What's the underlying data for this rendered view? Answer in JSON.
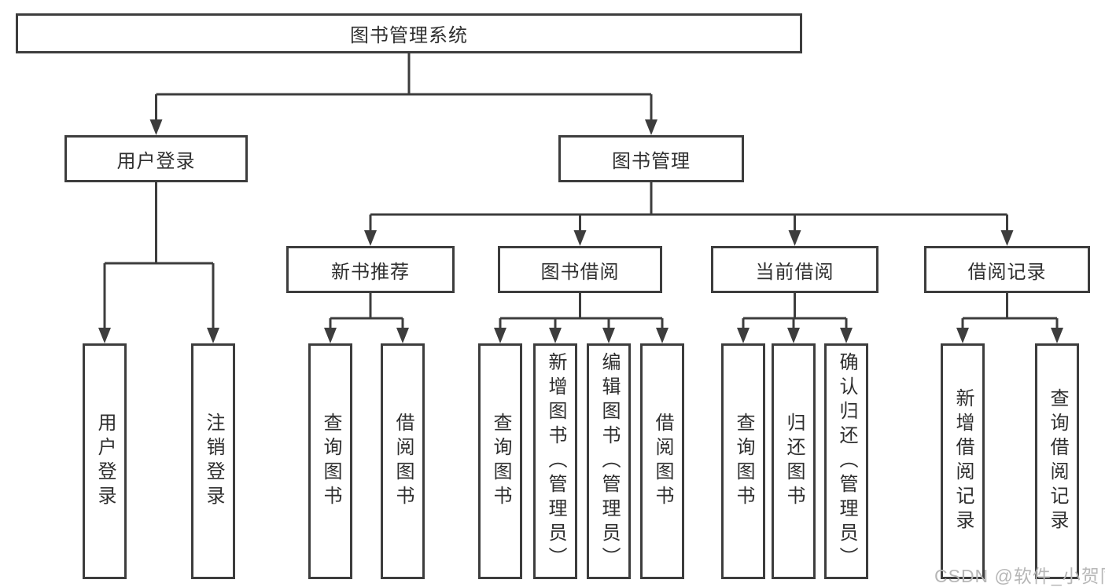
{
  "tree": {
    "label": "图书管理系统",
    "children": [
      {
        "label": "用户登录",
        "children": [
          {
            "label": "用户登录"
          },
          {
            "label": "注销登录"
          }
        ]
      },
      {
        "label": "图书管理",
        "children": [
          {
            "label": "新书推荐",
            "children": [
              {
                "label": "查询图书"
              },
              {
                "label": "借阅图书"
              }
            ]
          },
          {
            "label": "图书借阅",
            "children": [
              {
                "label": "查询图书"
              },
              {
                "label": "新增图书（管理员）"
              },
              {
                "label": "编辑图书（管理员）"
              },
              {
                "label": "借阅图书"
              }
            ]
          },
          {
            "label": "当前借阅",
            "children": [
              {
                "label": "查询图书"
              },
              {
                "label": "归还图书"
              },
              {
                "label": "确认归还（管理员）"
              }
            ]
          },
          {
            "label": "借阅记录",
            "children": [
              {
                "label": "新增借阅记录"
              },
              {
                "label": "查询借阅记录"
              }
            ]
          }
        ]
      }
    ]
  },
  "watermark": {
    "text": "CSDN @软件_小贺同学"
  },
  "colors": {
    "line": "#3d3d3d",
    "text": "#2f2f2f",
    "watermark": "#b7b7b7",
    "background": "#ffffff"
  }
}
